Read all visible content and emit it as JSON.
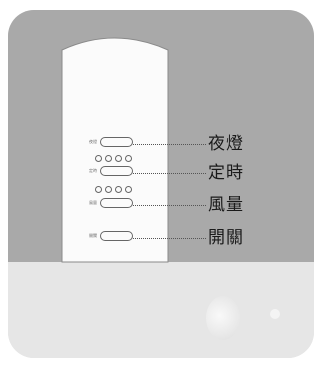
{
  "callouts": [
    {
      "id": "night-light",
      "text": "夜燈"
    },
    {
      "id": "timer",
      "text": "定時"
    },
    {
      "id": "fan-speed",
      "text": "風量"
    },
    {
      "id": "power",
      "text": "開關"
    }
  ],
  "button_labels": [
    "夜燈",
    "定時",
    "風量",
    "開關"
  ],
  "timer_indicators": 4,
  "speed_indicators": 4,
  "colors": {
    "panel_top": "#a9a9a9",
    "panel_bottom": "#e6e6e6",
    "remote_body": "#fbfbfb",
    "outline": "#666666",
    "callout_text": "#1a1a1a"
  }
}
